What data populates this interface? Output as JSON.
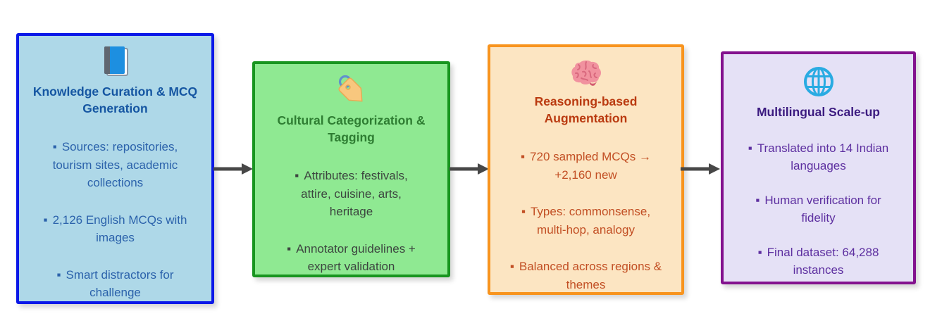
{
  "diagram": {
    "background": "#ffffff",
    "arrow": {
      "color": "#474747"
    },
    "stages": [
      {
        "name": "knowledge-curation-mcq-generation",
        "icon": "book-icon",
        "title": "Knowledge Curation & MCQ\nGeneration",
        "bullets": [
          "Sources: repositories,\ntourism sites, academic\ncollections",
          "2,126 English MCQs with\nimages",
          "Smart distractors for\nchallenge"
        ],
        "colors": {
          "background": "#aed8e8",
          "border": "#0a18e8",
          "title": "#1556a2",
          "text": "#2b62ab"
        }
      },
      {
        "name": "cultural-categorization-tagging",
        "icon": "tag-icon",
        "title": "Cultural Categorization &\nTagging",
        "bullets": [
          "Attributes: festivals,\nattire, cuisine, arts,\nheritage",
          "Annotator guidelines +\nexpert validation"
        ],
        "colors": {
          "background": "#8fe992",
          "border": "#18951f",
          "title": "#2e7d32",
          "text": "#3c453f"
        }
      },
      {
        "name": "reasoning-based-augmentation",
        "icon": "brain-icon",
        "title": "Reasoning-based\nAugmentation",
        "bullets": [
          "720 sampled MCQs →\n+2,160 new",
          "Types: commonsense,\nmulti-hop, analogy",
          "Balanced across regions &\nthemes"
        ],
        "colors": {
          "background": "#fce5c2",
          "border": "#f8941e",
          "title": "#ba3a10",
          "text": "#c24f24"
        }
      },
      {
        "name": "multilingual-scale-up",
        "icon": "globe-icon",
        "title": "Multilingual Scale-up",
        "bullets": [
          "Translated into 14 Indian\nlanguages",
          "Human verification for\nfidelity",
          "Final dataset: 64,288\ninstances"
        ],
        "colors": {
          "background": "#e5e1f6",
          "border": "#83128e",
          "title": "#3c1b80",
          "text": "#5d2fa0"
        }
      }
    ]
  }
}
